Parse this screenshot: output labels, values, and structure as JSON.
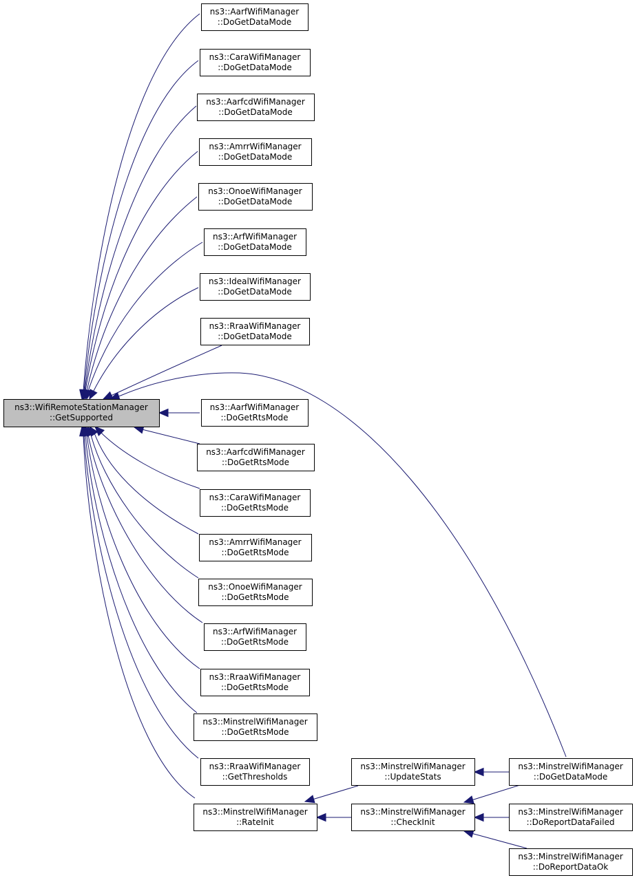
{
  "graph": {
    "nodes": [
      {
        "id": "root",
        "line1": "ns3::WifiRemoteStationManager",
        "line2": "::GetSupported",
        "highlighted": true
      },
      {
        "id": "aarf_data",
        "line1": "ns3::AarfWifiManager",
        "line2": "::DoGetDataMode"
      },
      {
        "id": "cara_data",
        "line1": "ns3::CaraWifiManager",
        "line2": "::DoGetDataMode"
      },
      {
        "id": "aarfcd_data",
        "line1": "ns3::AarfcdWifiManager",
        "line2": "::DoGetDataMode"
      },
      {
        "id": "amrr_data",
        "line1": "ns3::AmrrWifiManager",
        "line2": "::DoGetDataMode"
      },
      {
        "id": "onoe_data",
        "line1": "ns3::OnoeWifiManager",
        "line2": "::DoGetDataMode"
      },
      {
        "id": "arf_data",
        "line1": "ns3::ArfWifiManager",
        "line2": "::DoGetDataMode"
      },
      {
        "id": "ideal_data",
        "line1": "ns3::IdealWifiManager",
        "line2": "::DoGetDataMode"
      },
      {
        "id": "rraa_data",
        "line1": "ns3::RraaWifiManager",
        "line2": "::DoGetDataMode"
      },
      {
        "id": "aarf_rts",
        "line1": "ns3::AarfWifiManager",
        "line2": "::DoGetRtsMode"
      },
      {
        "id": "aarfcd_rts",
        "line1": "ns3::AarfcdWifiManager",
        "line2": "::DoGetRtsMode"
      },
      {
        "id": "cara_rts",
        "line1": "ns3::CaraWifiManager",
        "line2": "::DoGetRtsMode"
      },
      {
        "id": "amrr_rts",
        "line1": "ns3::AmrrWifiManager",
        "line2": "::DoGetRtsMode"
      },
      {
        "id": "onoe_rts",
        "line1": "ns3::OnoeWifiManager",
        "line2": "::DoGetRtsMode"
      },
      {
        "id": "arf_rts",
        "line1": "ns3::ArfWifiManager",
        "line2": "::DoGetRtsMode"
      },
      {
        "id": "rraa_rts",
        "line1": "ns3::RraaWifiManager",
        "line2": "::DoGetRtsMode"
      },
      {
        "id": "minstrel_rts",
        "line1": "ns3::MinstrelWifiManager",
        "line2": "::DoGetRtsMode"
      },
      {
        "id": "rraa_thr",
        "line1": "ns3::RraaWifiManager",
        "line2": "::GetThresholds"
      },
      {
        "id": "minstrel_rateinit",
        "line1": "ns3::MinstrelWifiManager",
        "line2": "::RateInit"
      },
      {
        "id": "minstrel_update",
        "line1": "ns3::MinstrelWifiManager",
        "line2": "::UpdateStats"
      },
      {
        "id": "minstrel_check",
        "line1": "ns3::MinstrelWifiManager",
        "line2": "::CheckInit"
      },
      {
        "id": "minstrel_data",
        "line1": "ns3::MinstrelWifiManager",
        "line2": "::DoGetDataMode"
      },
      {
        "id": "minstrel_failed",
        "line1": "ns3::MinstrelWifiManager",
        "line2": "::DoReportDataFailed"
      },
      {
        "id": "minstrel_ok",
        "line1": "ns3::MinstrelWifiManager",
        "line2": "::DoReportDataOk"
      }
    ],
    "edges": [
      {
        "from": "aarf_data",
        "to": "root"
      },
      {
        "from": "cara_data",
        "to": "root"
      },
      {
        "from": "aarfcd_data",
        "to": "root"
      },
      {
        "from": "amrr_data",
        "to": "root"
      },
      {
        "from": "onoe_data",
        "to": "root"
      },
      {
        "from": "arf_data",
        "to": "root"
      },
      {
        "from": "ideal_data",
        "to": "root"
      },
      {
        "from": "rraa_data",
        "to": "root"
      },
      {
        "from": "minstrel_data",
        "to": "root"
      },
      {
        "from": "aarf_rts",
        "to": "root"
      },
      {
        "from": "aarfcd_rts",
        "to": "root"
      },
      {
        "from": "cara_rts",
        "to": "root"
      },
      {
        "from": "amrr_rts",
        "to": "root"
      },
      {
        "from": "onoe_rts",
        "to": "root"
      },
      {
        "from": "arf_rts",
        "to": "root"
      },
      {
        "from": "rraa_rts",
        "to": "root"
      },
      {
        "from": "minstrel_rts",
        "to": "root"
      },
      {
        "from": "rraa_thr",
        "to": "root"
      },
      {
        "from": "minstrel_rateinit",
        "to": "root"
      },
      {
        "from": "minstrel_update",
        "to": "minstrel_rateinit"
      },
      {
        "from": "minstrel_check",
        "to": "minstrel_rateinit"
      },
      {
        "from": "minstrel_data",
        "to": "minstrel_update"
      },
      {
        "from": "minstrel_data",
        "to": "minstrel_check"
      },
      {
        "from": "minstrel_failed",
        "to": "minstrel_check"
      },
      {
        "from": "minstrel_ok",
        "to": "minstrel_check"
      }
    ]
  },
  "colors": {
    "edge": "#191970",
    "root_fill": "#bfbfbf",
    "node_fill": "#ffffff",
    "border": "#000000"
  }
}
